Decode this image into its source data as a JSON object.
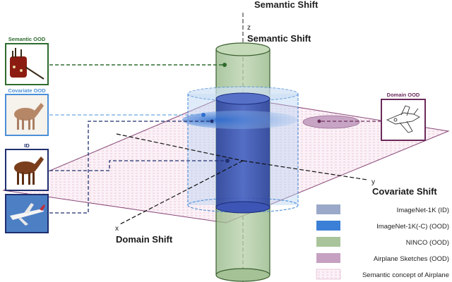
{
  "header": {
    "partial_title": "Semantic Shift"
  },
  "axes": {
    "z_letter": "z",
    "y_letter": "y",
    "x_letter": "x",
    "z_title": "Semantic Shift",
    "y_title": "Covariate Shift",
    "x_title": "Domain Shift"
  },
  "samples": {
    "semantic_ood": {
      "title": "Semantic OOD",
      "image": "bagpipes-image",
      "color": "#2e6b2e"
    },
    "covariate_ood": {
      "title": "Covariate OOD",
      "image": "blurred-horse-image",
      "color": "#4a90d9"
    },
    "id": {
      "title": "ID",
      "image": "horse-image",
      "color": "#1f2f6e"
    },
    "airplane": {
      "image": "airplane-image",
      "color": "#1f2f6e"
    },
    "domain_ood": {
      "title": "Domain OOD",
      "image": "airplane-sketch-image",
      "color": "#6b2a5a"
    }
  },
  "legend": [
    {
      "label": "ImageNet-1K (ID)",
      "color": "#9aa9c9"
    },
    {
      "label": "ImageNet-1K(-C) (OOD)",
      "color": "#3b7fd6"
    },
    {
      "label": "NINCO (OOD)",
      "color": "#a9c49a"
    },
    {
      "label": "Airplane Sketches (OOD)",
      "color": "#c6a1c2"
    },
    {
      "label": "Semantic concept of Airplane",
      "color": "#f3dcea"
    }
  ]
}
